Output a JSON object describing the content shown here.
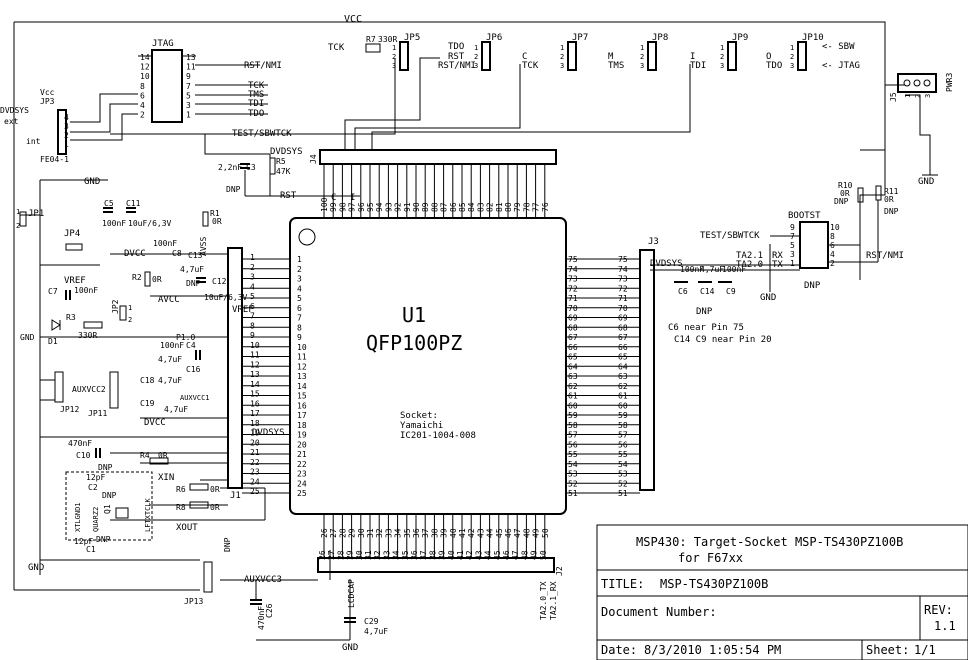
{
  "page": {
    "background": "#ffffff",
    "ink": "#000000"
  },
  "nets": {
    "vcc_top": "VCC",
    "rst_nmi_jtag": "RST/NMI",
    "tck": "TCK",
    "tms": "TMS",
    "tdi": "TDI",
    "tdo": "TDO",
    "test_sbwtck": "TEST/SBWTCK",
    "dvdsys_r5": "DVDSYS",
    "rst_r5": "RST",
    "gnd_left": "GND",
    "dvcc_top": "DVCC",
    "avcc": "AVCC",
    "vref": "VREF",
    "vref_pin": "VREF",
    "gnd_d1": "GND",
    "avss": "AVSS",
    "dvcc_mid": "DVCC",
    "dvdsys_pin20": "DVDSYS",
    "xin": "XIN",
    "xout": "XOUT",
    "dnp_vertical": "DNP",
    "gnd_bottom_left": "GND",
    "auxvcc3": "AUXVCC3",
    "lcdcap": "LCDCAP",
    "gnd_bottom": "GND",
    "ta20_tx": "TA2.0_TX",
    "ta21_rx": "TA2.1_RX",
    "dvdsys_right": "DVDSYS",
    "gnd_c6": "GND",
    "test_sbwtck_boot": "TEST/SBWTCK",
    "rst_nmi_boot": "RST/NMI",
    "ta21": "TA2.1",
    "ta20": "TA2.0",
    "rx": "RX",
    "tx": "TX",
    "gnd_pwr": "GND",
    "auxvcc2": "AUXVCC2",
    "auxvcc1": "AUXVCC1",
    "jtag_sbw_arrow": "<- SBW",
    "jtag_arrow": "<- JTAG",
    "tck_header": "TCK",
    "c_pin": "C",
    "i_pin": "I",
    "c_chip": "C",
    "i_chip": "I"
  },
  "components": {
    "jtag": {
      "label": "JTAG",
      "pins_left": [
        "14",
        "12",
        "10",
        "8",
        "6",
        "4",
        "2"
      ],
      "pins_right": [
        "13",
        "11",
        "9",
        "7",
        "5",
        "3",
        "1"
      ]
    },
    "jp3": {
      "label": "JP3",
      "vcc": "Vcc",
      "dvdsys": "DVDSYS",
      "ext": "ext",
      "int": "int",
      "part": "FE04-1",
      "pins": [
        "4",
        "3",
        "2",
        "1"
      ]
    },
    "jp1": {
      "label": "JP1",
      "pins": [
        "1",
        "2"
      ]
    },
    "jp4": {
      "label": "JP4"
    },
    "jp2": {
      "label": "JP2",
      "pins": [
        "1",
        "2"
      ]
    },
    "jp11": {
      "label": "JP11"
    },
    "jp12": {
      "label": "JP12"
    },
    "jp13": {
      "label": "JP13"
    },
    "jp5": {
      "label": "JP5",
      "pins": [
        "1",
        "2",
        "3"
      ]
    },
    "jp6": {
      "label": "JP6",
      "pins": [
        "1",
        "2",
        "3"
      ],
      "tdo": "TDO",
      "rst": "RST",
      "rst_nmi": "RST/NMI"
    },
    "jp7": {
      "label": "JP7",
      "pins": [
        "1",
        "2",
        "3"
      ],
      "c": "C",
      "tck": "TCK"
    },
    "jp8": {
      "label": "JP8",
      "pins": [
        "1",
        "2",
        "3"
      ],
      "m": "M",
      "tms": "TMS"
    },
    "jp9": {
      "label": "JP9",
      "pins": [
        "1",
        "2",
        "3"
      ],
      "i": "I",
      "tdi": "TDI"
    },
    "jp10": {
      "label": "JP10",
      "pins": [
        "1",
        "2",
        "3"
      ],
      "o": "O",
      "tdo": "TDO"
    },
    "r7": {
      "label": "R7",
      "value": "330R"
    },
    "r5": {
      "label": "R5",
      "value": "47K"
    },
    "c3": {
      "label": "C3",
      "value": "2,2nF",
      "dnp": "DNP"
    },
    "r1": {
      "label": "R1",
      "value": "0R"
    },
    "r2": {
      "label": "R2",
      "value": "0R"
    },
    "r3": {
      "label": "R3",
      "value": "330R"
    },
    "d1": {
      "label": "D1"
    },
    "r4": {
      "label": "R4",
      "value": "0R"
    },
    "r6": {
      "label": "R6",
      "value": "0R"
    },
    "r8": {
      "label": "R8",
      "value": "0R"
    },
    "r10": {
      "label": "R10",
      "value": "0R",
      "dnp": "DNP"
    },
    "r11": {
      "label": "R11",
      "value": "0R",
      "dnp": "DNP"
    },
    "c5": {
      "label": "C5",
      "value": "100nF"
    },
    "c11": {
      "label": "C11",
      "value": "10uF/6,3V"
    },
    "c8": {
      "label": "C8",
      "value": "100nF"
    },
    "c13": {
      "label": "C13",
      "value": "4,7uF"
    },
    "c12": {
      "label": "C12",
      "value": "10uF/6,3V",
      "dnp": "DNP"
    },
    "c7": {
      "label": "C7",
      "value": "100nF"
    },
    "c4": {
      "label": "C4",
      "value": "100nF"
    },
    "c16": {
      "label": "C16",
      "value": "4,7uF"
    },
    "c18": {
      "label": "C18",
      "value": "4,7uF"
    },
    "c19": {
      "label": "C19",
      "value": "4,7uF"
    },
    "c10": {
      "label": "C10",
      "value": "470nF"
    },
    "c2": {
      "label": "C2",
      "value": "12pF",
      "dnp": "DNP"
    },
    "c1": {
      "label": "C1",
      "value": "12pF",
      "dnp": "DNP"
    },
    "q1": {
      "label": "Q1",
      "value": "DNP",
      "xtlgnd1": "XTLGND1",
      "quarz2": "QUARZ2",
      "lftxtclk": "LFTXTCLK"
    },
    "c26": {
      "label": "C26",
      "value": "470nF"
    },
    "c29": {
      "label": "C29",
      "value": "4,7uF"
    },
    "c6": {
      "label": "C6",
      "value": "100nF"
    },
    "c14": {
      "label": "C14",
      "value": "4,7uF"
    },
    "c9": {
      "label": "C9",
      "value": "100nF"
    },
    "j1": {
      "label": "J1"
    },
    "j2": {
      "label": "J2"
    },
    "j3": {
      "label": "J3"
    },
    "j4": {
      "label": "J4"
    },
    "j5": {
      "label": "J5"
    },
    "pwr3": {
      "label": "PWR3",
      "pins": [
        "1",
        "2",
        "3"
      ]
    },
    "bootst": {
      "label": "BOOTST",
      "pins_left": [
        "9",
        "7",
        "5",
        "3",
        "1"
      ],
      "pins_right": [
        "10",
        "8",
        "6",
        "4",
        "2"
      ],
      "dnp": "DNP"
    },
    "u1": {
      "ref": "U1",
      "package": "QFP100PZ",
      "socket_label": "Socket:",
      "socket_maker": "Yamaichi",
      "socket_part": "IC201-1004-008"
    }
  },
  "notes": {
    "c6_note": "C6 near Pin 75",
    "c14_note": "C14 C9 near Pin 20",
    "dnp_bypass": "DNP"
  },
  "pins": {
    "left": [
      "1",
      "2",
      "3",
      "4",
      "5",
      "6",
      "7",
      "8",
      "9",
      "10",
      "11",
      "12",
      "13",
      "14",
      "15",
      "16",
      "17",
      "18",
      "19",
      "20",
      "21",
      "22",
      "23",
      "24",
      "25"
    ],
    "right": [
      "75",
      "74",
      "73",
      "72",
      "71",
      "70",
      "69",
      "68",
      "67",
      "66",
      "65",
      "64",
      "63",
      "62",
      "61",
      "60",
      "59",
      "58",
      "57",
      "56",
      "55",
      "54",
      "53",
      "52",
      "51"
    ],
    "top": [
      "100",
      "99",
      "98",
      "97",
      "96",
      "95",
      "94",
      "93",
      "92",
      "91",
      "90",
      "89",
      "88",
      "87",
      "86",
      "85",
      "84",
      "83",
      "82",
      "81",
      "80",
      "79",
      "78",
      "77",
      "76"
    ],
    "bottom": [
      "26",
      "27",
      "28",
      "29",
      "30",
      "31",
      "32",
      "33",
      "34",
      "35",
      "36",
      "37",
      "38",
      "39",
      "40",
      "41",
      "42",
      "43",
      "44",
      "45",
      "46",
      "47",
      "48",
      "49",
      "50"
    ]
  },
  "title_block": {
    "heading_line1": "MSP430: Target-Socket MSP-TS430PZ100B",
    "heading_line2": "for F67xx",
    "title_label": "TITLE:",
    "title_value": "MSP-TS430PZ100B",
    "doc_label": "Document Number:",
    "rev_label": "REV:",
    "rev_value": "1.1",
    "date_label": "Date:",
    "date_value": "8/3/2010 1:05:54 PM",
    "sheet_label": "Sheet:",
    "sheet_value": "1/1"
  }
}
